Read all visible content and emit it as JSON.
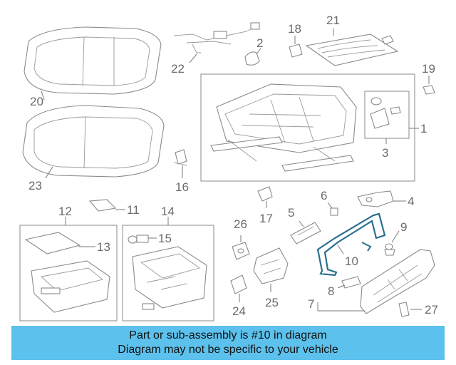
{
  "diagram": {
    "callouts": [
      "1",
      "2",
      "3",
      "4",
      "5",
      "6",
      "7",
      "8",
      "9",
      "10",
      "11",
      "12",
      "13",
      "14",
      "15",
      "16",
      "17",
      "18",
      "19",
      "20",
      "21",
      "22",
      "23",
      "24",
      "25",
      "26",
      "27"
    ],
    "highlight_color": "#2a6f8f"
  },
  "banner": {
    "line1": "Part or sub-assembly is #10 in diagram",
    "line2": "Diagram may not be specific to your vehicle",
    "background": "#5cc1ec"
  }
}
